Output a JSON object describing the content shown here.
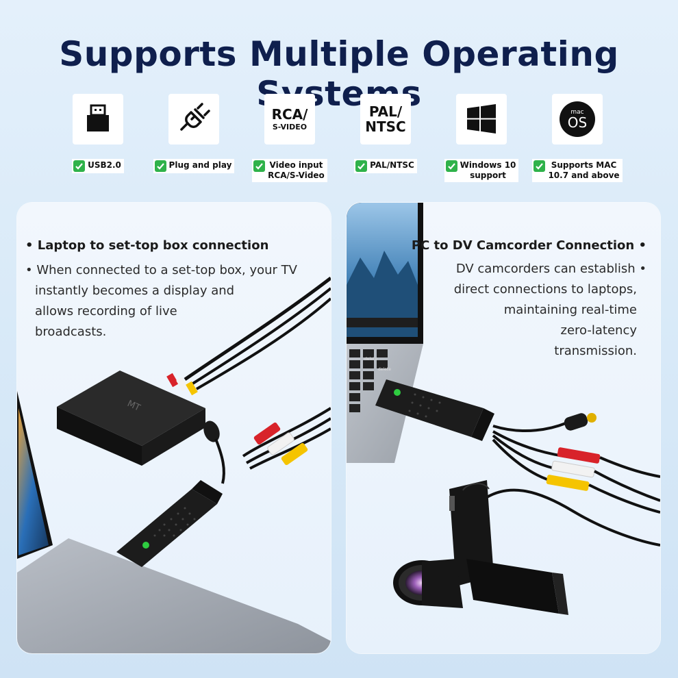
{
  "title": "Supports Multiple Operating Systems",
  "features": [
    {
      "icon": "usb-icon",
      "label": "USB2.0"
    },
    {
      "icon": "plug-icon",
      "label": "Plug and play"
    },
    {
      "icon": "rca-svideo-icon",
      "icon_text_1": "RCA/",
      "icon_text_2": "S-VIDEO",
      "label_1": "Video input",
      "label_2": "RCA/S-Video"
    },
    {
      "icon": "pal-ntsc-icon",
      "icon_text_1": "PAL/",
      "icon_text_2": "NTSC",
      "label": "PAL/NTSC"
    },
    {
      "icon": "windows-icon",
      "label_1": "Windows 10",
      "label_2": "support"
    },
    {
      "icon": "macos-icon",
      "icon_text_1": "mac",
      "icon_text_2": "OS",
      "label_1": "Supports MAC",
      "label_2": "10.7 and above"
    }
  ],
  "left_panel": {
    "heading": "• Laptop to set-top box connection",
    "body_lines": [
      "• When connected to a set-top box, your TV",
      "instantly becomes a display and",
      "allows recording of live",
      "broadcasts."
    ],
    "box_label": "MT"
  },
  "right_panel": {
    "heading": "PC to DV Camcorder Connection  •",
    "body_lines": [
      "DV camcorders can establish  •",
      "direct connections to laptops,",
      "maintaining real-time",
      "zero-latency",
      "transmission."
    ],
    "key_labels": [
      "delete",
      "delete"
    ]
  },
  "colors": {
    "title": "#0f1f4d",
    "check": "#2fb24a",
    "rca_red": "#d8232a",
    "rca_white": "#f2f2f2",
    "rca_yellow": "#f5c400",
    "led": "#2ecc40"
  }
}
